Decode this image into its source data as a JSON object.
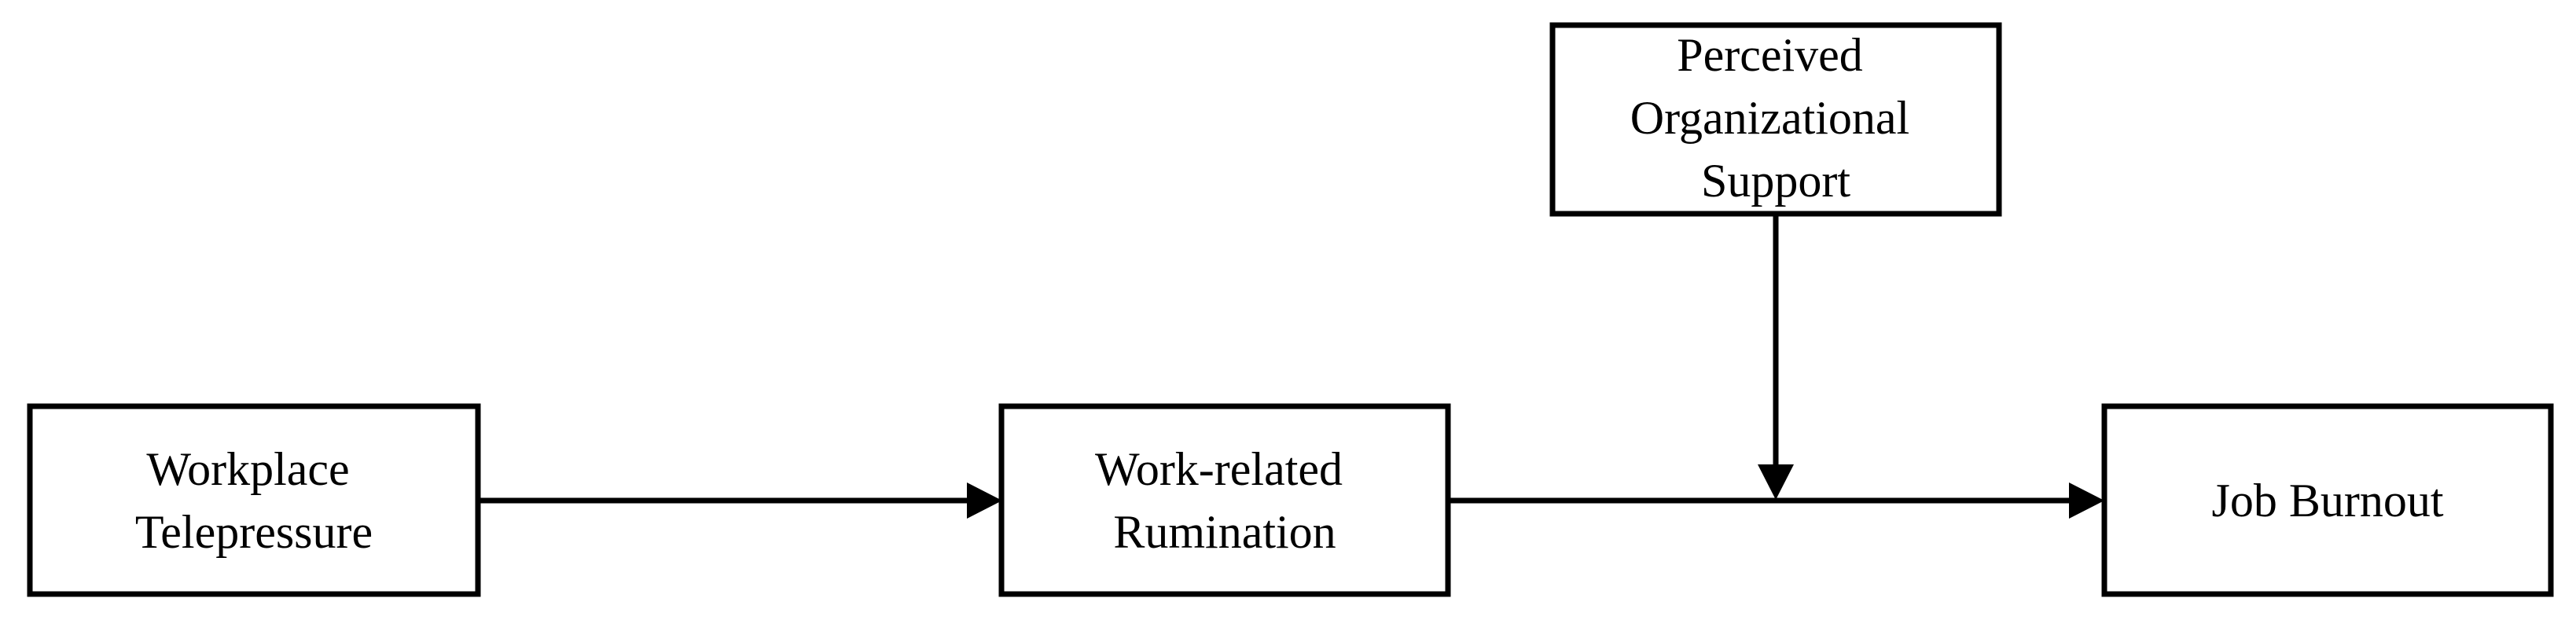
{
  "diagram": {
    "nodes": {
      "telepressure": {
        "lines": [
          "Workplace",
          "Telepressure"
        ]
      },
      "rumination": {
        "lines": [
          "Work-related",
          "Rumination"
        ]
      },
      "support": {
        "lines": [
          "Perceived",
          "Organizational",
          "Support"
        ]
      },
      "burnout": {
        "lines": [
          "Job Burnout"
        ]
      }
    },
    "edges": [
      {
        "from": "telepressure",
        "to": "rumination",
        "kind": "path"
      },
      {
        "from": "rumination",
        "to": "burnout",
        "kind": "path"
      },
      {
        "from": "support",
        "to": "rumination-burnout-path",
        "kind": "moderation"
      }
    ],
    "colors": {
      "stroke": "#000000",
      "fill": "#ffffff",
      "text": "#000000"
    }
  }
}
